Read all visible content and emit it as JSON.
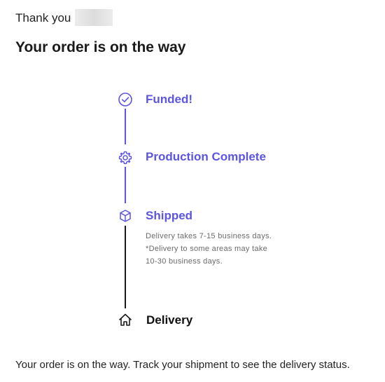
{
  "greeting": {
    "text": "Thank you"
  },
  "headline": "Your order is on the way",
  "steps": [
    {
      "label": "Funded!",
      "icon": "check-circle-icon",
      "status": "complete"
    },
    {
      "label": "Production Complete",
      "icon": "gear-icon",
      "status": "complete"
    },
    {
      "label": "Shipped",
      "icon": "box-icon",
      "status": "complete",
      "notes": [
        "Delivery takes 7-15 business days.",
        "*Delivery to some areas may take",
        "10-30 business days."
      ]
    },
    {
      "label": "Delivery",
      "icon": "home-icon",
      "status": "pending"
    }
  ],
  "footer": "Your order is on the way. Track your shipment to see the delivery status.",
  "colors": {
    "accent": "#5b55e0",
    "pending": "#1a1a1a"
  }
}
